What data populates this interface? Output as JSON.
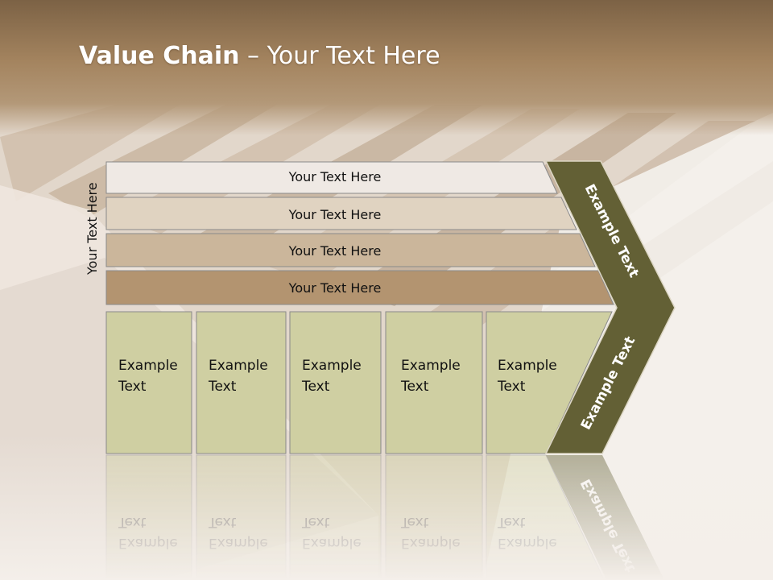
{
  "title": {
    "bold": "Value Chain",
    "rest": " – Your Text Here"
  },
  "side_label": "Your Text Here",
  "rows": [
    "Your Text Here",
    "Your Text Here",
    "Your Text Here",
    "Your Text Here"
  ],
  "boxes": [
    {
      "line1": "Example",
      "line2": "Text"
    },
    {
      "line1": "Example",
      "line2": "Text"
    },
    {
      "line1": "Example",
      "line2": "Text"
    },
    {
      "line1": "Example",
      "line2": "Text"
    },
    {
      "line1": "Example",
      "line2": "Text"
    }
  ],
  "chevron": {
    "upper": "Example Text",
    "lower": "Example Text"
  },
  "colors": {
    "row1": "#efe9e4",
    "row2": "#e0d3c1",
    "row3": "#cbb69b",
    "row4": "#b39470",
    "box": "#cfcfa2",
    "chevron": "#636035",
    "header": "#8b7355"
  }
}
